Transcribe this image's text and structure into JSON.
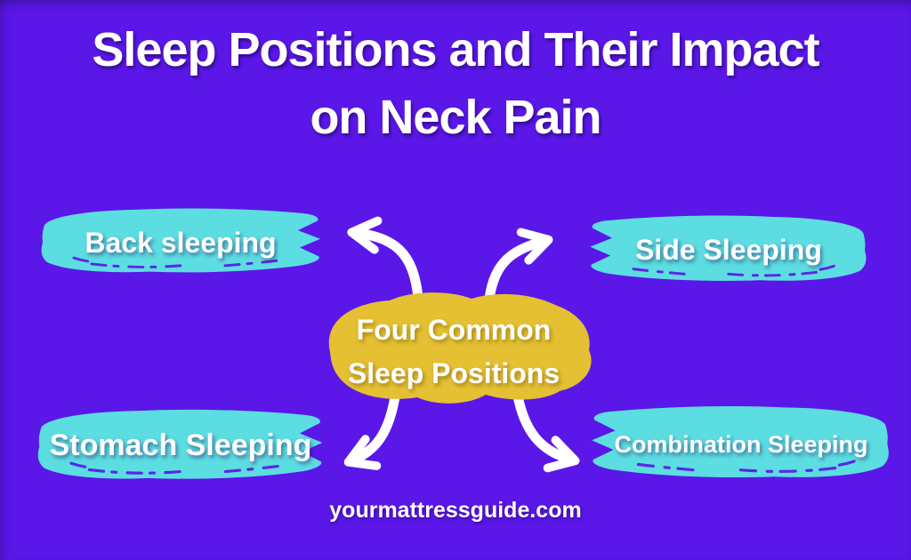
{
  "title": {
    "line1": "Sleep Positions and Their Impact",
    "line2": "on Neck Pain"
  },
  "center": {
    "line1": "Four Common",
    "line2": "Sleep Positions"
  },
  "labels": {
    "back": "Back sleeping",
    "side": "Side Sleeping",
    "stomach": "Stomach Sleeping",
    "combination": "Combination Sleeping"
  },
  "footer": {
    "website": "yourmattressguide.com"
  },
  "colors": {
    "background": "#5a17e8",
    "brush": "#5cdde1",
    "blob": "#e4c032",
    "text": "#ffffff",
    "arrow": "#ffffff"
  }
}
